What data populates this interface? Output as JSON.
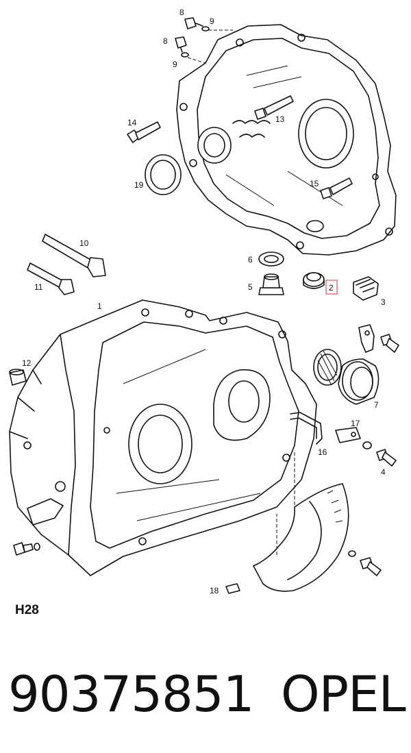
{
  "diagram": {
    "section_code": "H28",
    "callouts": [
      "1",
      "2",
      "3",
      "4",
      "5",
      "6",
      "7",
      "8",
      "8",
      "9",
      "9",
      "10",
      "11",
      "12",
      "13",
      "14",
      "15",
      "16",
      "17",
      "18",
      "19"
    ],
    "highlighted_callout": "2",
    "highlight_color": "#e0505a"
  },
  "footer": {
    "part_number": "90375851",
    "brand": "OPEL"
  }
}
